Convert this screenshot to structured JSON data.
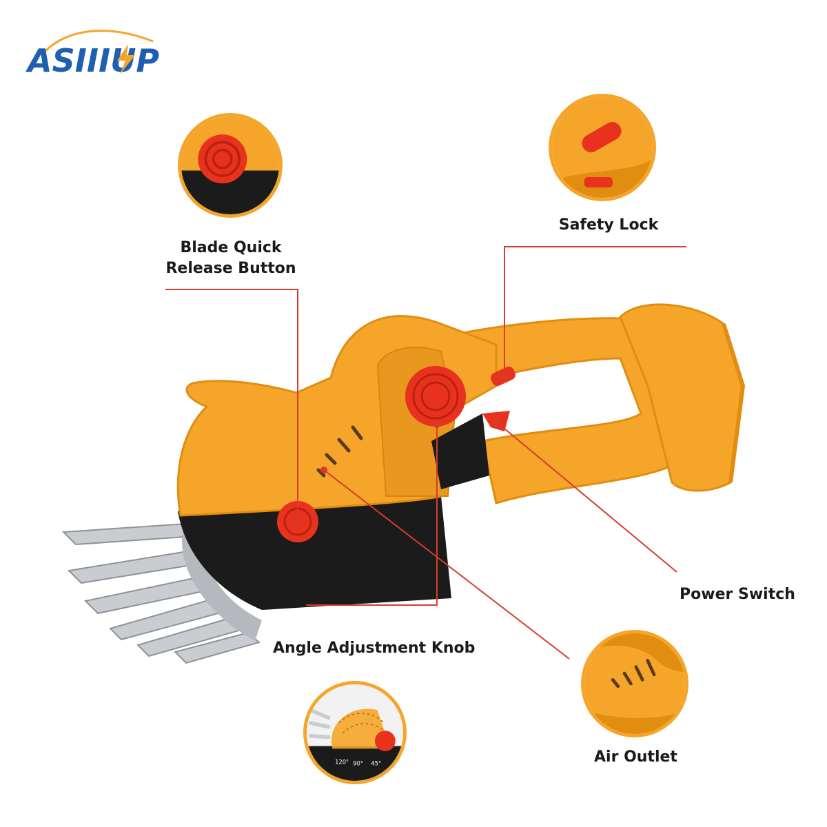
{
  "brand": {
    "logo_text": "ASIIIUP",
    "primary_color": "#1f5fb0",
    "accent_color": "#f5a52a"
  },
  "callouts": {
    "blade_release": {
      "line1": "Blade Quick",
      "line2": "Release Button"
    },
    "safety_lock": {
      "label": "Safety Lock"
    },
    "power_switch": {
      "label": "Power Switch"
    },
    "angle_knob": {
      "label": "Angle Adjustment Knob"
    },
    "air_outlet": {
      "label": "Air Outlet"
    }
  },
  "angle_marks": [
    "120°",
    "90°",
    "45°"
  ],
  "colors": {
    "body": "#f5a52a",
    "body_dark": "#e08d10",
    "base": "#1b1b1b",
    "button": "#e8321e",
    "leader_line": "#d93a2a",
    "blade": "#c9ccd0"
  }
}
